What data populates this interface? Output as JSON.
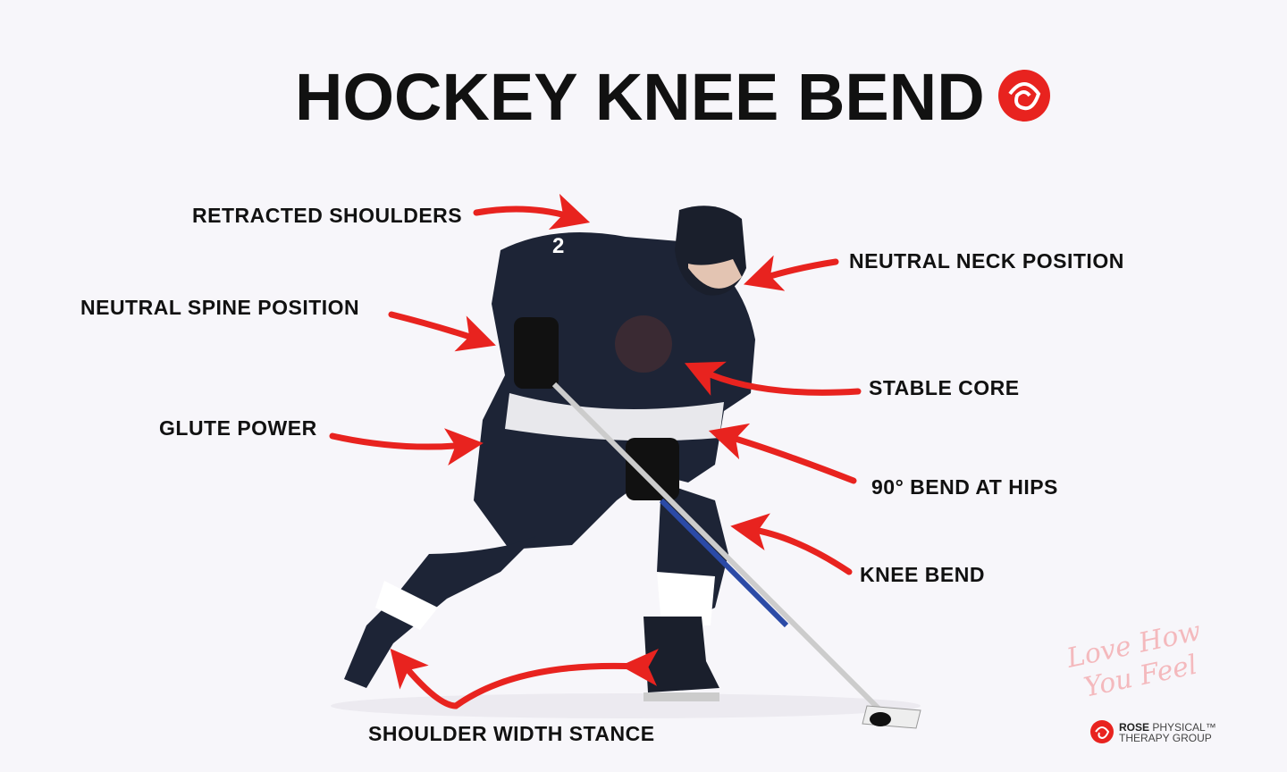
{
  "title": "HOCKEY KNEE BEND",
  "labels": {
    "retracted_shoulders": "RETRACTED SHOULDERS",
    "neutral_neck": "NEUTRAL NECK POSITION",
    "neutral_spine": "NEUTRAL SPINE POSITION",
    "stable_core": "STABLE CORE",
    "glute_power": "GLUTE POWER",
    "hip_bend": "90° BEND AT HIPS",
    "knee_bend": "KNEE BEND",
    "stance": "SHOULDER WIDTH STANCE"
  },
  "jersey_number": "2",
  "tagline": "Love How You Feel",
  "brand": {
    "name_bold": "ROSE",
    "name_rest": " PHYSICAL™",
    "line2": "THERAPY GROUP"
  },
  "colors": {
    "accent": "#e8231f",
    "jersey": "#1d2436",
    "background": "#f7f6fa"
  }
}
